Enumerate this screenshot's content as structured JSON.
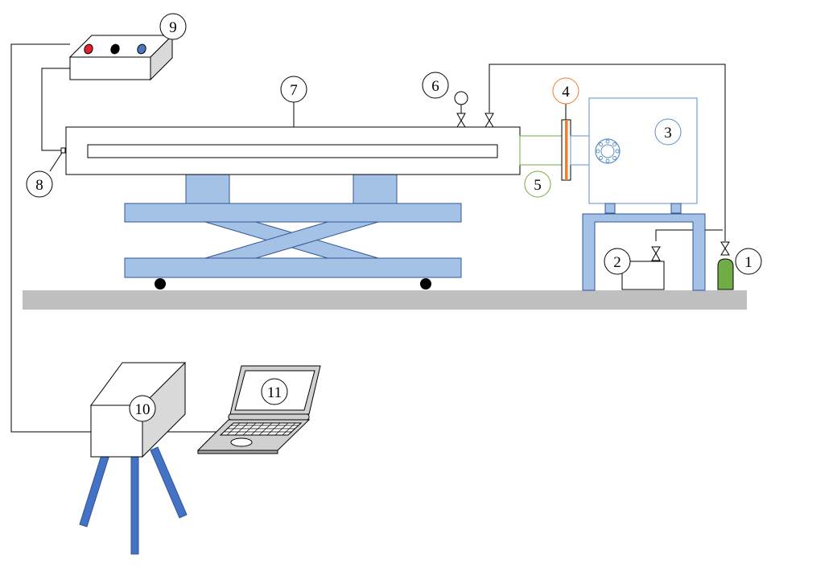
{
  "labels": {
    "n1": "1",
    "n2": "2",
    "n3": "3",
    "n4": "4",
    "n5": "5",
    "n6": "6",
    "n7": "7",
    "n8": "8",
    "n9": "9",
    "n10": "10",
    "n11": "11"
  },
  "colors": {
    "table_blue": "#a4c2e6",
    "ground_gray": "#bfbfbf",
    "leg_blue": "#4472c4",
    "gas_green": "#70ad47",
    "chamber_blue": "#5b8fc9",
    "flange_orange": "#ed7d31",
    "knob_red": "#e0202a",
    "knob_black": "#000000",
    "knob_blue": "#4a78c0"
  }
}
